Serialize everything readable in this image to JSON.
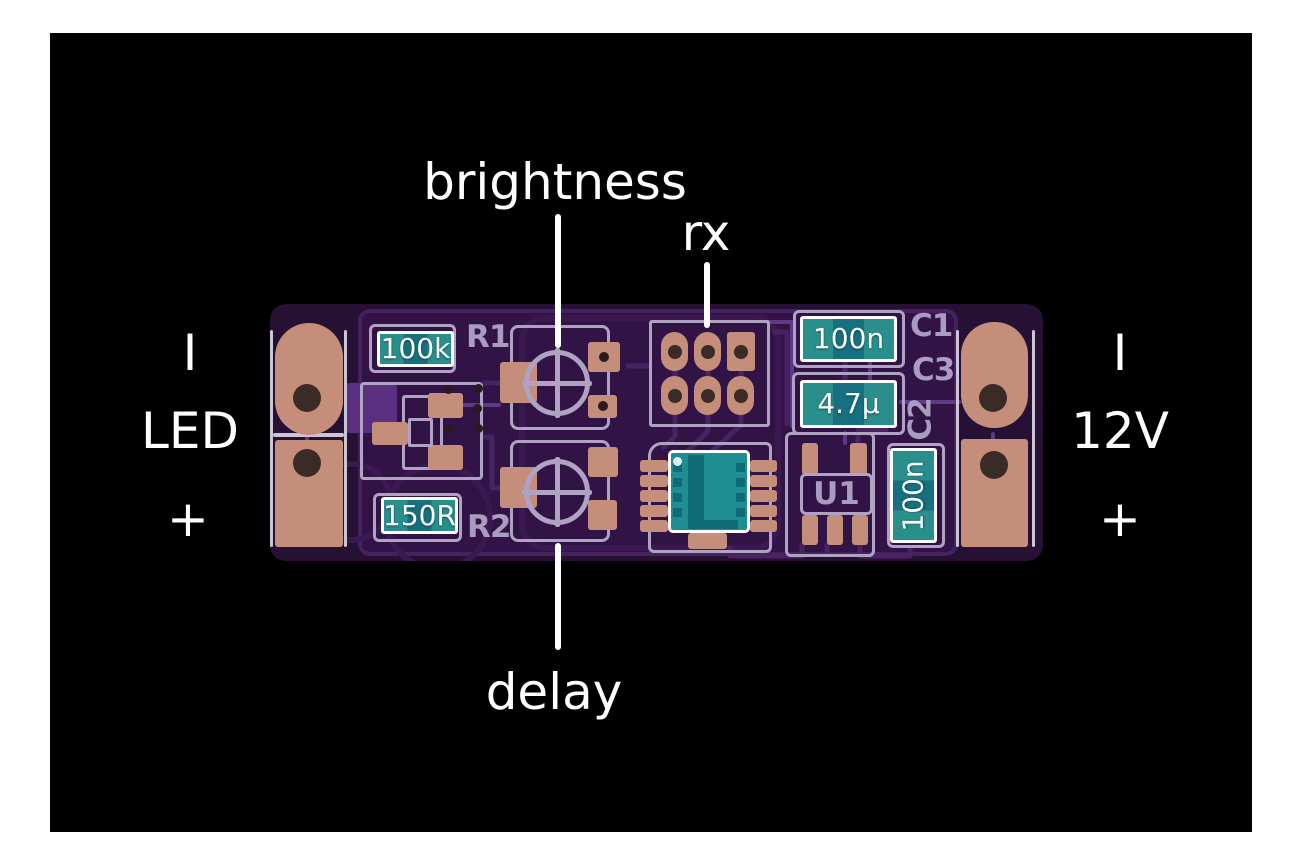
{
  "figure": {
    "background": "#ffffff",
    "panel_bg": "#000000"
  },
  "board": {
    "colors": {
      "base": "#261033",
      "pour": "#311345",
      "pour_border": "#45215F",
      "pour_bright": "#5B3080",
      "trace_dark": "#482263",
      "trace_bright": "#5E3A85",
      "ghost": "#39194F",
      "silk": "#AFA2C2",
      "silk_bright": "#CCC5D6",
      "pad": "#C48E7A",
      "hole": "#3B2B27",
      "via": "#2A191E",
      "teal": "#2A8F8C",
      "teal_dark": "#17707F",
      "ic_body": "#1F8E93",
      "ic_inner": "#0F6B74",
      "designator": "#A99CC0"
    },
    "silkscreen": {
      "r1": {
        "designator": "R1",
        "value": "100k"
      },
      "r2": {
        "designator": "R2",
        "value": "150R"
      },
      "c1": {
        "designator": "C1",
        "value": "100n"
      },
      "c3": {
        "designator": "C3",
        "value": "4.7µ"
      },
      "c2": {
        "designator": "C2",
        "value": "100n"
      },
      "u1": {
        "designator": "U1"
      }
    }
  },
  "annotations": {
    "brightness": "brightness",
    "rx": "rx",
    "delay": "delay",
    "left": {
      "top": "I",
      "label": "LED",
      "bottom": "+"
    },
    "right": {
      "top": "I",
      "label": "12V",
      "bottom": "+"
    }
  }
}
